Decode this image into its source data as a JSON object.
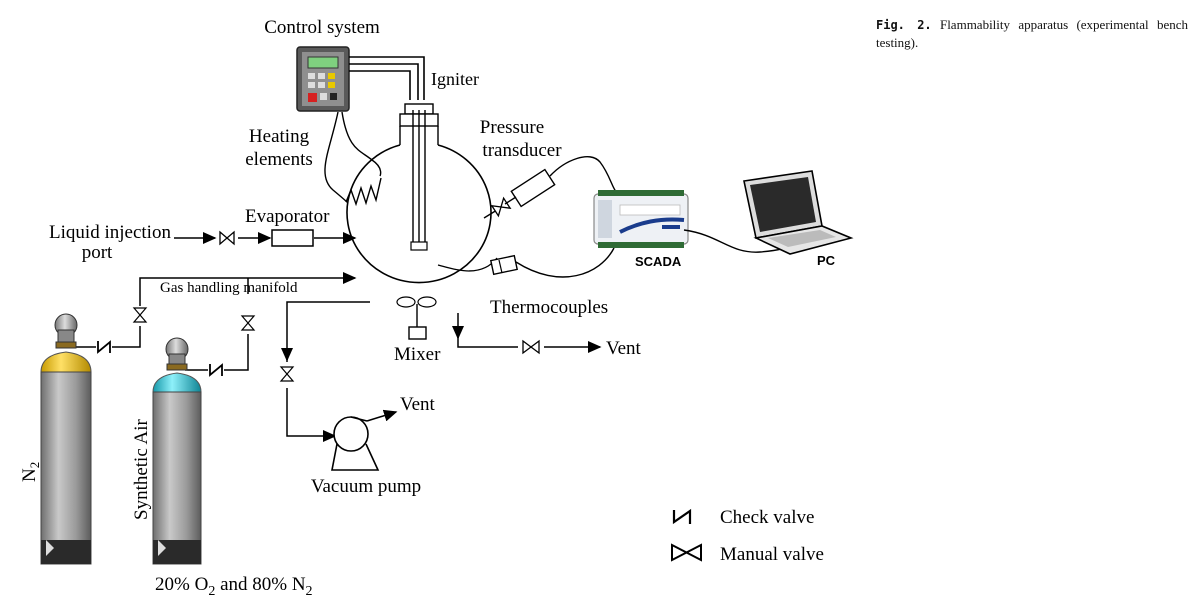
{
  "caption": {
    "fig_label": "Fig. 2.",
    "text": "Flammability apparatus (experimental bench testing)."
  },
  "labels": {
    "control_system": "Control system",
    "igniter": "Igniter",
    "heating_elements_1": "Heating",
    "heating_elements_2": "elements",
    "pressure_transducer_1": "Pressure",
    "pressure_transducer_2": "transducer",
    "evaporator": "Evaporator",
    "liquid_injection_1": "Liquid injection",
    "liquid_injection_2": "port",
    "gas_handling_manifold": "Gas handling manifold",
    "scada": "SCADA",
    "pc": "PC",
    "thermocouples": "Thermocouples",
    "mixer": "Mixer",
    "vent_1": "Vent",
    "vent_2": "Vent",
    "vacuum_pump": "Vacuum pump",
    "n2_cylinder": "N",
    "n2_sub": "2",
    "synthetic_air": "Synthetic Air",
    "mixture_pre": "20% O",
    "mixture_o_sub": "2",
    "mixture_mid": " and 80% N",
    "mixture_n_sub": "2"
  },
  "legend": {
    "check_valve": "Check valve",
    "manual_valve": "Manual valve"
  },
  "colors": {
    "n2_cap": "#f2c200",
    "air_cap": "#2ec4d8",
    "cylinder_body": "#9a9a9a",
    "line": "#000000"
  }
}
